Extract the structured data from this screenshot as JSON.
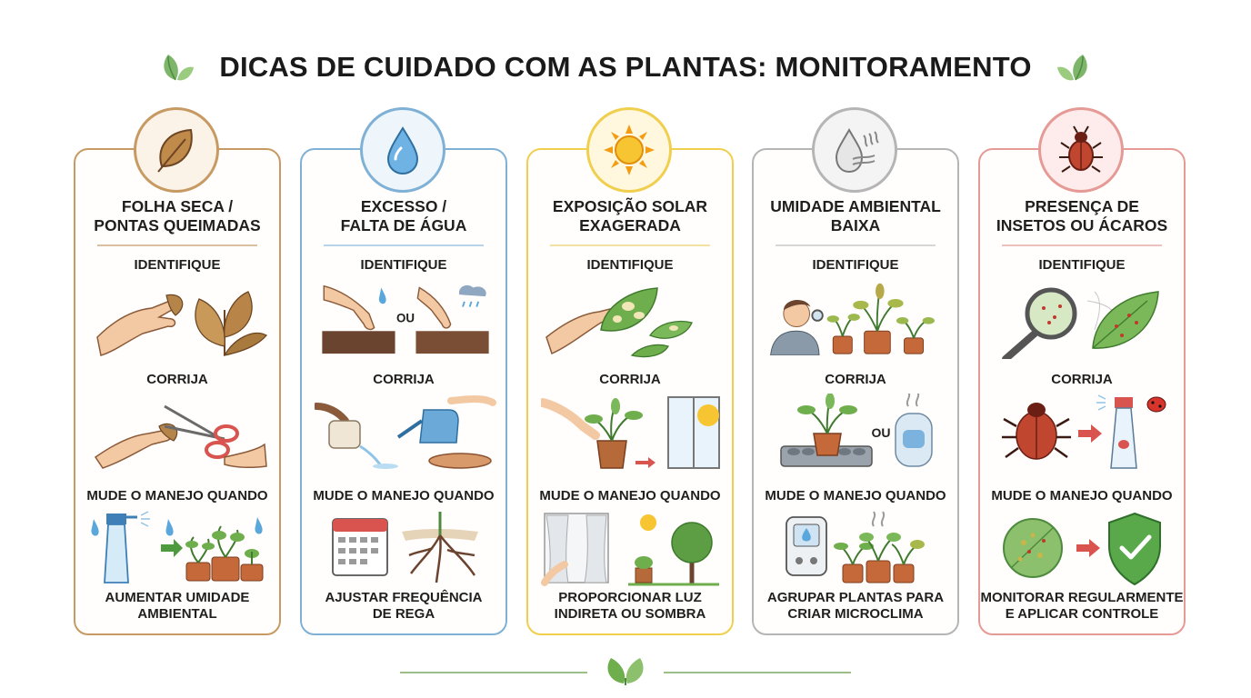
{
  "title": "DICAS DE CUIDADO COM AS PLANTAS: MONITORAMENTO",
  "cards": [
    {
      "icon": "dry-leaf-icon",
      "accent": "#c79a63",
      "title_lines": [
        "FOLHA SECA /",
        "PONTAS QUEIMADAS"
      ],
      "identify_label": "IDENTIFIQUE",
      "correct_label": "CORRIJA",
      "change_label": "MUDE O MANEJO QUANDO",
      "action_lines": [
        "AUMENTAR UMIDADE",
        "AMBIENTAL"
      ]
    },
    {
      "icon": "water-drop-icon",
      "accent": "#7fb1d6",
      "title_lines": [
        "EXCESSO /",
        "FALTA DE ÁGUA"
      ],
      "identify_label": "IDENTIFIQUE",
      "or_label": "OU",
      "correct_label": "CORRIJA",
      "change_label": "MUDE O MANEJO QUANDO",
      "action_lines": [
        "AJUSTAR FREQUÊNCIA",
        "DE REGA"
      ]
    },
    {
      "icon": "sun-icon",
      "accent": "#f0cf4f",
      "title_lines": [
        "EXPOSIÇÃO SOLAR",
        "EXAGERADA"
      ],
      "identify_label": "IDENTIFIQUE",
      "correct_label": "CORRIJA",
      "change_label": "MUDE O MANEJO QUANDO",
      "action_lines": [
        "PROPORCIONAR LUZ",
        "INDIRETA OU SOMBRA"
      ]
    },
    {
      "icon": "humidity-icon",
      "accent": "#b5b5b5",
      "title_lines": [
        "UMIDADE AMBIENTAL",
        "BAIXA"
      ],
      "identify_label": "IDENTIFIQUE",
      "or_label": "OU",
      "correct_label": "CORRIJA",
      "change_label": "MUDE O MANEJO QUANDO",
      "action_lines": [
        "AGRUPAR PLANTAS PARA",
        "CRIAR MICROCLIMA"
      ]
    },
    {
      "icon": "bug-icon",
      "accent": "#e59a96",
      "title_lines": [
        "PRESENÇA DE",
        "INSETOS OU ÁCAROS"
      ],
      "identify_label": "IDENTIFIQUE",
      "correct_label": "CORRIJA",
      "change_label": "MUDE O MANEJO QUANDO",
      "action_lines": [
        "MONITORAR REGULARMENTE",
        "E APLICAR CONTROLE"
      ]
    }
  ]
}
